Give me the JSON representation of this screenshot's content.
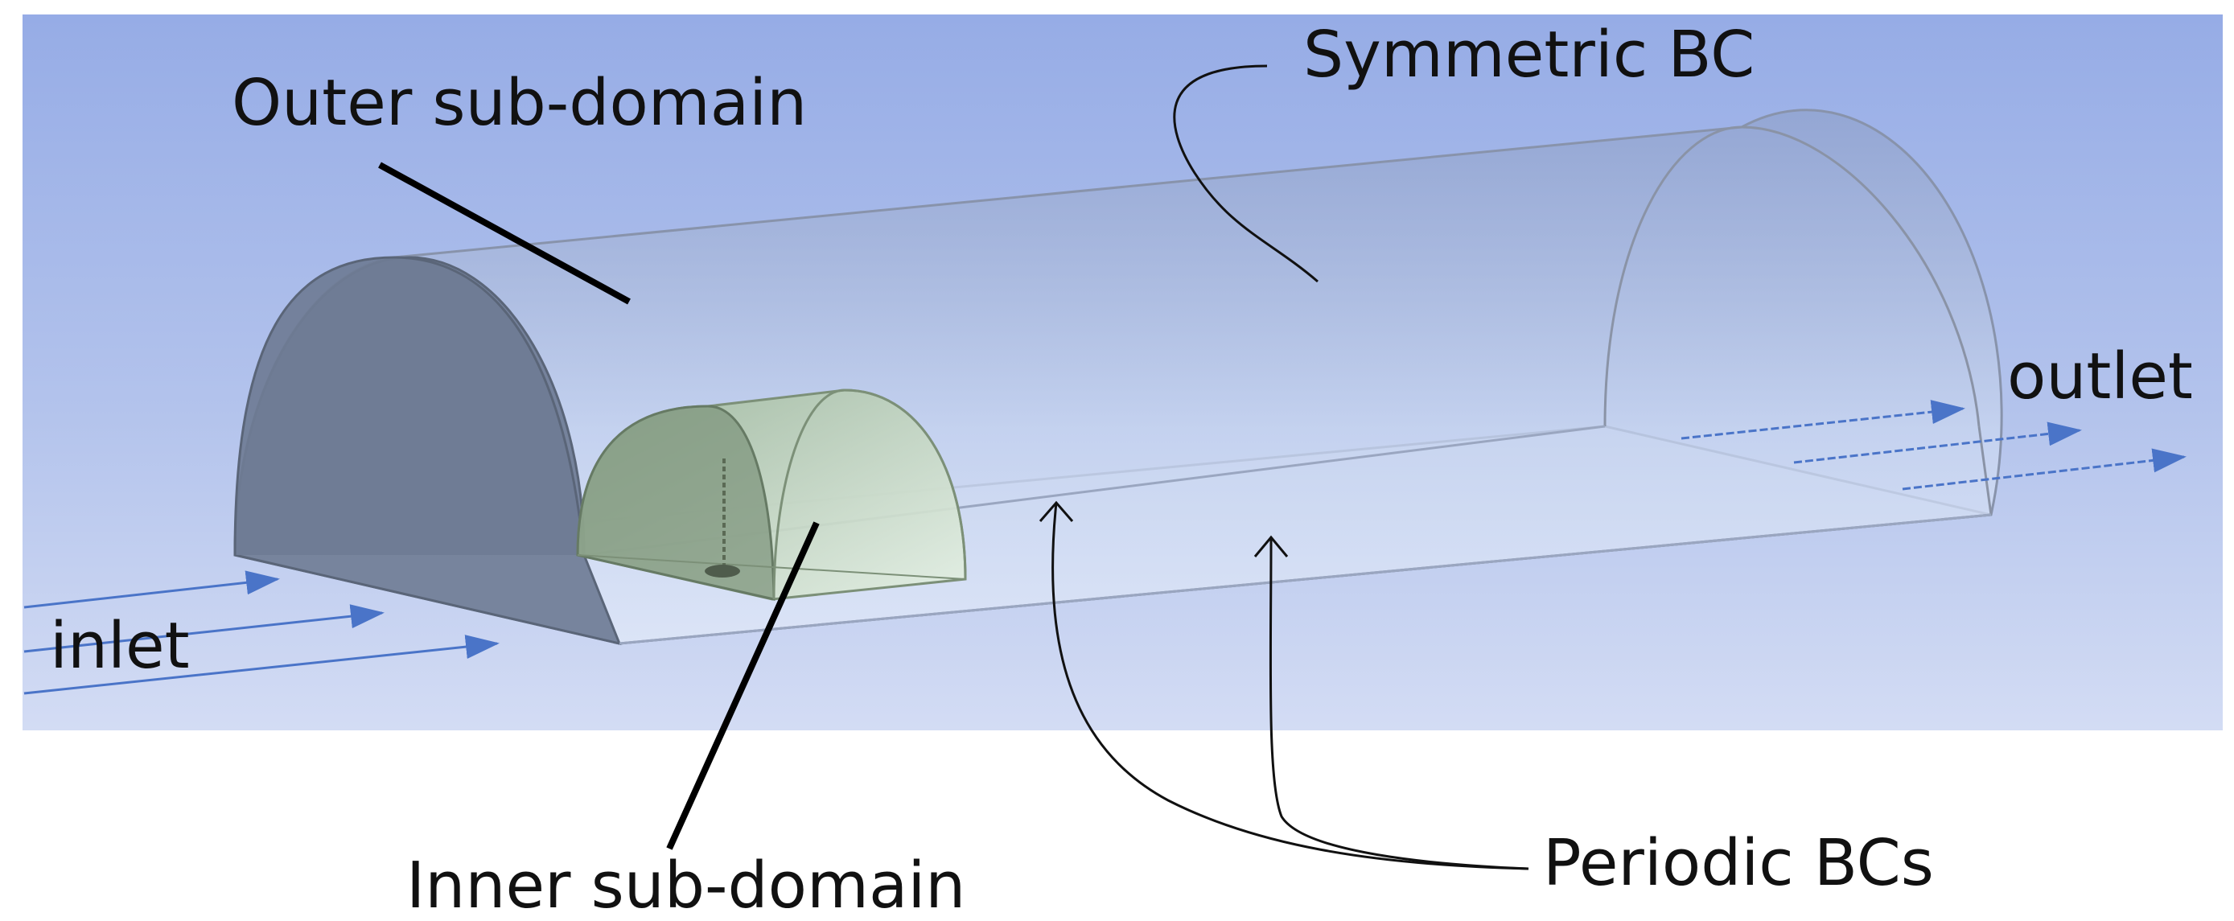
{
  "labels": {
    "outer_subdomain": "Outer sub-domain",
    "symmetric_bc": "Symmetric BC",
    "outlet": "outlet",
    "inlet": "inlet",
    "inner_subdomain": "Inner sub-domain",
    "periodic_bcs": "Periodic BCs"
  },
  "colors": {
    "background_top": "#98aee6",
    "background_bottom": "#d2dbf3",
    "outer_domain": "#b9c8ea",
    "outer_front_face": "#6f7c95",
    "inner_domain": "#b8d2b8",
    "flow_arrows": "#4a74c8"
  }
}
